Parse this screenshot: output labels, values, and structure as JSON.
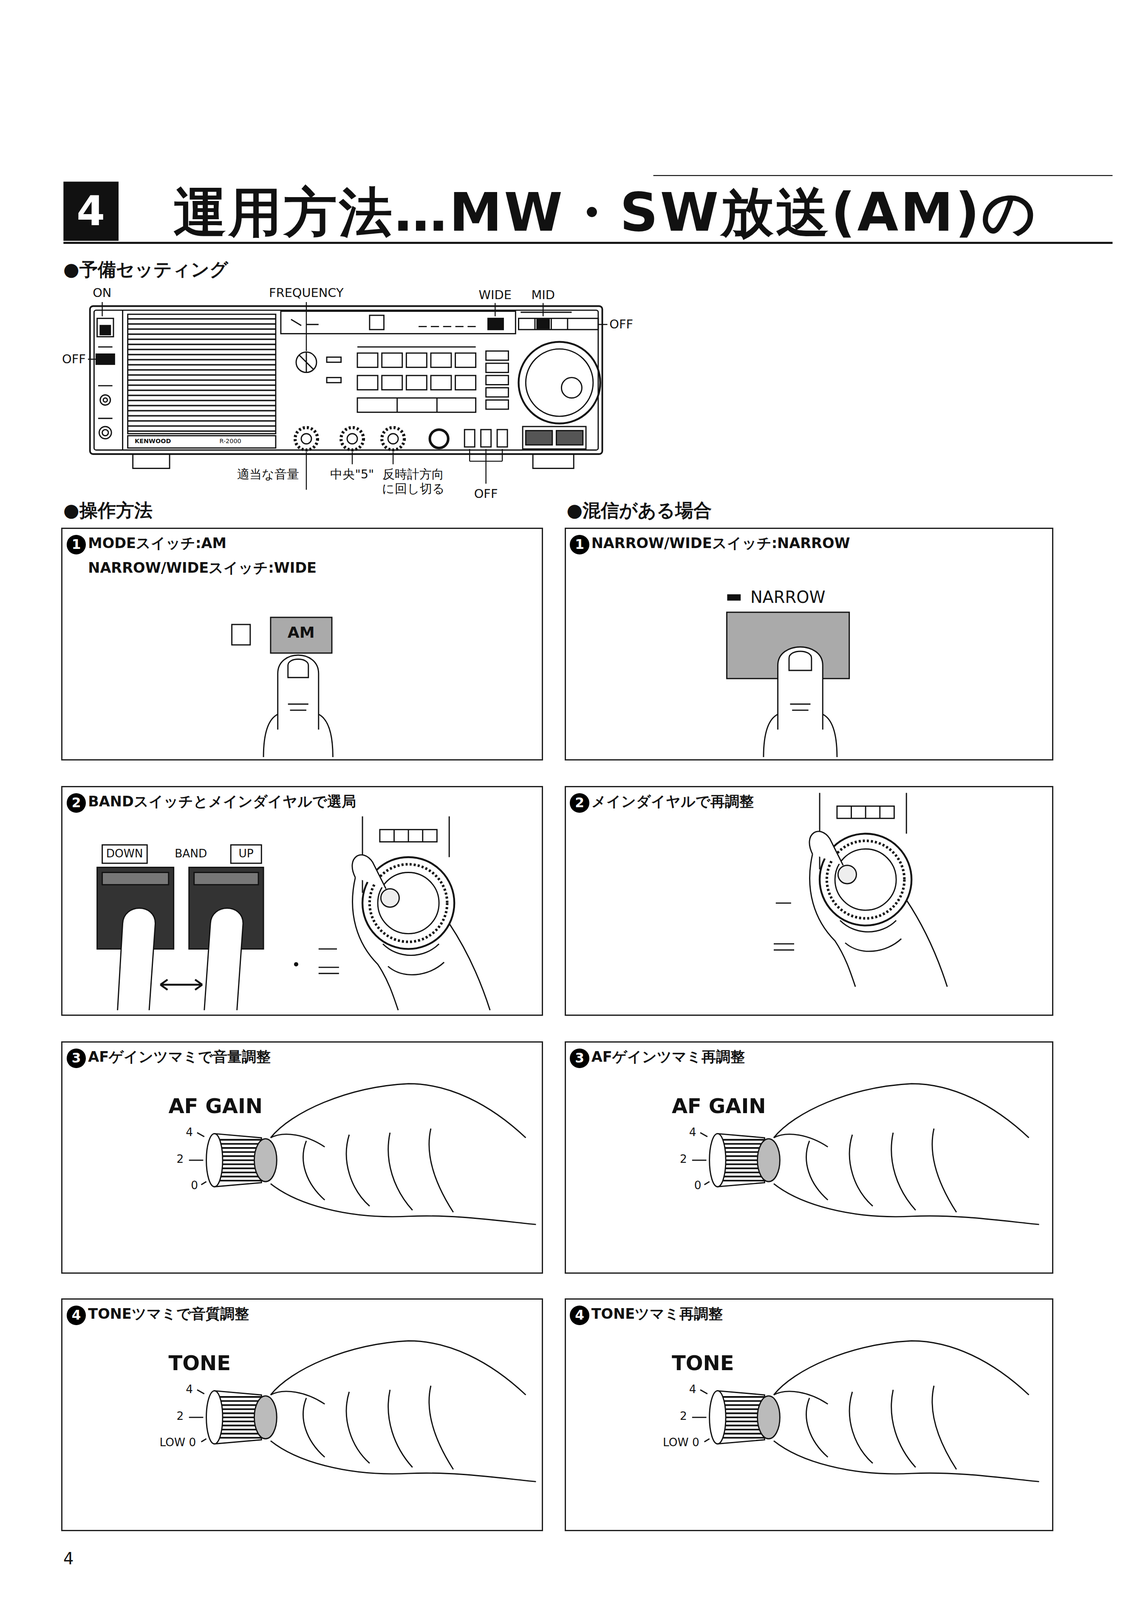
{
  "diagram": {
    "title": "運用方法…MW・SW放送(AM)の",
    "nodes": [
      {
        "text": [
          "1",
          "MODEスイッチ:AM",
          "NARROW/WIDEスイッチ:WIDE"
        ]
      },
      {
        "text": [
          "2",
          "BANDスイッチとメインダイヤルで選局"
        ]
      },
      {
        "text": [
          "3",
          "AFゲインツマミで音量調整"
        ]
      },
      {
        "text": [
          "4",
          "TONEツマミで音質調整"
        ]
      },
      {
        "text": [
          "1",
          "NARROW/WIDEスイッチ:NARROW"
        ]
      },
      {
        "text": [
          "2",
          "メインダイヤルで再調整"
        ]
      },
      {
        "text": [
          "3",
          "AFゲインツマミ再調整"
        ]
      },
      {
        "text": [
          "4",
          "TONEツマミ再調整"
        ]
      }
    ],
    "labels": [
      "4",
      "●予備セッティング",
      "ON",
      "FREQUENCY",
      "WIDE",
      "MID",
      "OFF",
      "OFF",
      "KENWOOD",
      "R-2000",
      "適当な音量",
      "中央\"5\"",
      "反時計方向 に回し切る",
      "OFF",
      "●操作方法",
      "●混信がある場合",
      "AM",
      "NARROW",
      "DOWN",
      "BAND",
      "UP",
      "AF GAIN",
      "4",
      "2",
      "0",
      "TONE",
      "4",
      "2",
      "LOW 0",
      "AF GAIN",
      "4",
      "2",
      "0",
      "TONE",
      "4",
      "2",
      "LOW 0",
      "4"
    ]
  }
}
